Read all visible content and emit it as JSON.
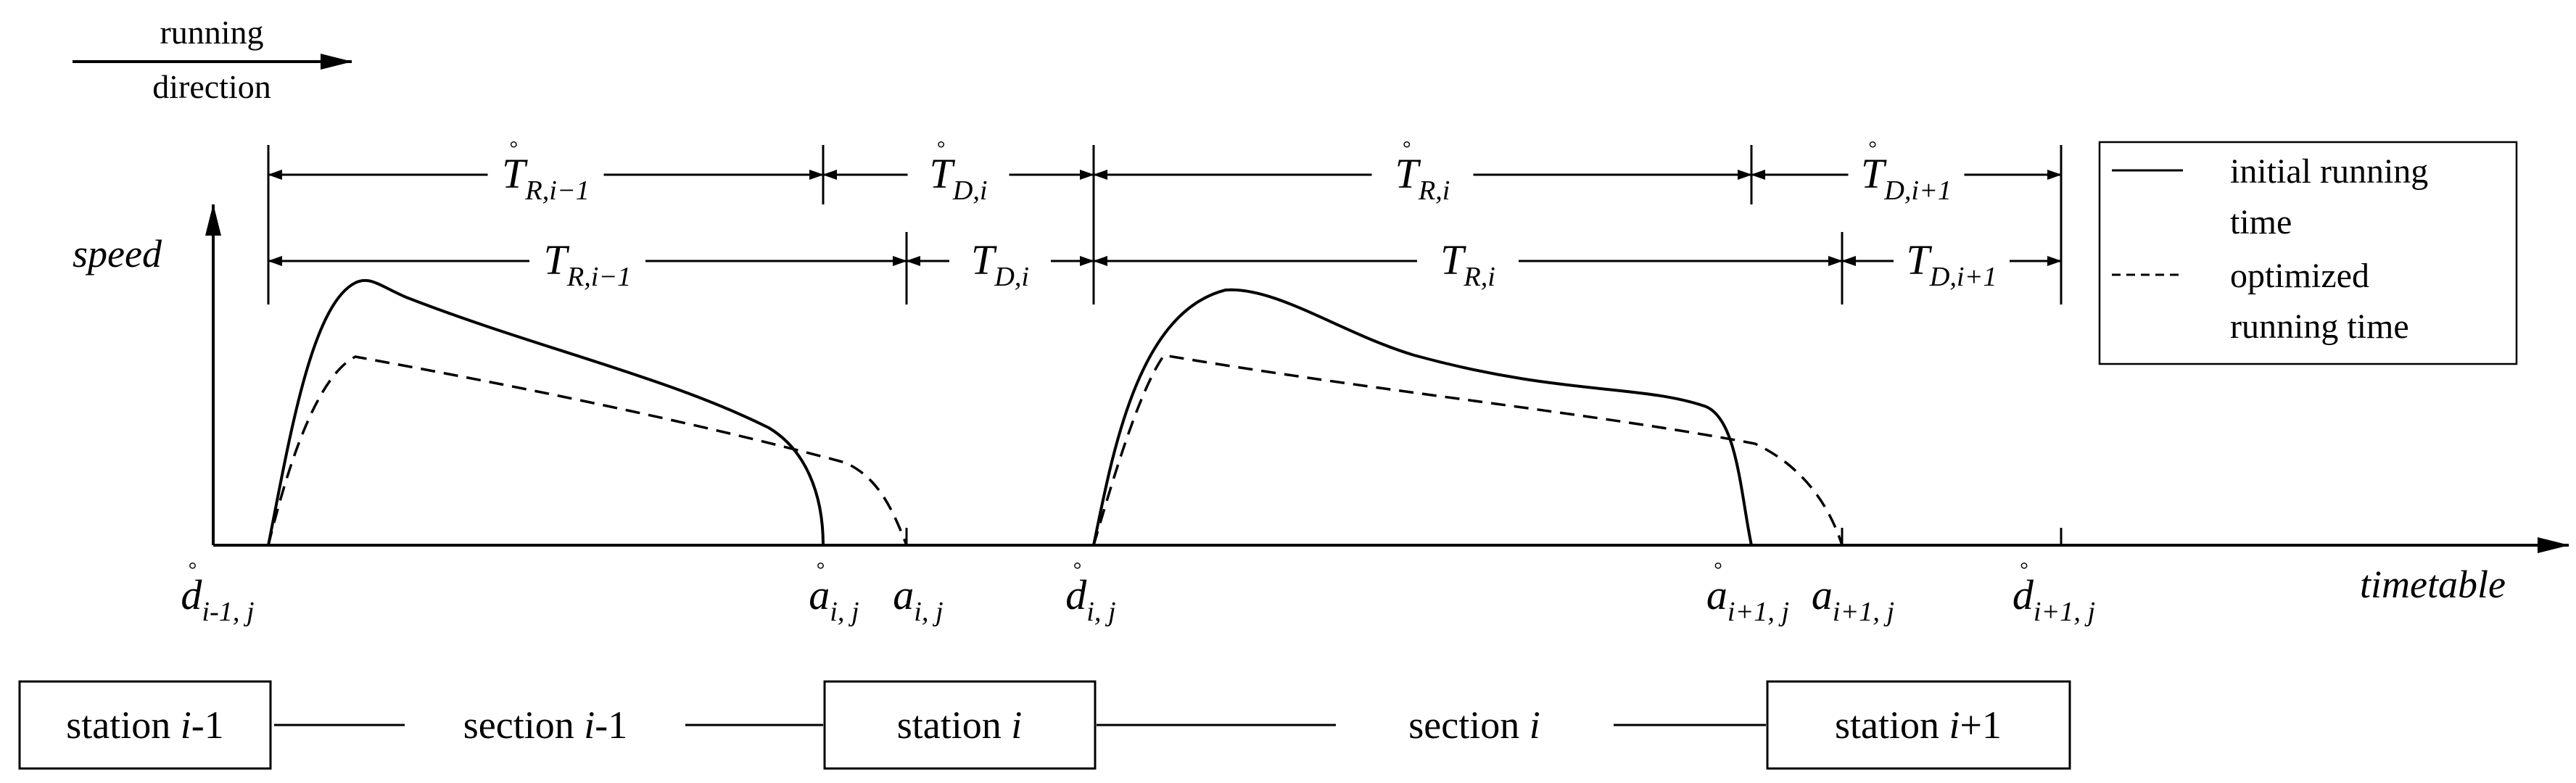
{
  "direction": {
    "line1": "running",
    "line2": "direction"
  },
  "axes": {
    "y_label": "speed",
    "x_label": "timetable"
  },
  "dims": {
    "top": [
      {
        "sym": "T",
        "sub": "R,i−1",
        "mark": "°"
      },
      {
        "sym": "T",
        "sub": "D,i",
        "mark": "°"
      },
      {
        "sym": "T",
        "sub": "R,i",
        "mark": "°"
      },
      {
        "sym": "T",
        "sub": "D,i+1",
        "mark": "°"
      }
    ],
    "bottom": [
      {
        "sym": "T",
        "sub": "R,i−1"
      },
      {
        "sym": "T",
        "sub": "D,i"
      },
      {
        "sym": "T",
        "sub": "R,i"
      },
      {
        "sym": "T",
        "sub": "D,i+1"
      }
    ]
  },
  "ticks": [
    {
      "sym": "d",
      "sub": "i-1, j",
      "mark": "°"
    },
    {
      "sym": "a",
      "sub": "i, j",
      "mark": "°"
    },
    {
      "sym": "a",
      "sub": "i, j"
    },
    {
      "sym": "d",
      "sub": "i, j",
      "mark": "°"
    },
    {
      "sym": "a",
      "sub": "i+1, j",
      "mark": "°"
    },
    {
      "sym": "a",
      "sub": "i+1, j"
    },
    {
      "sym": "d",
      "sub": "i+1, j",
      "mark": "°"
    }
  ],
  "legend": {
    "solid": [
      "initial running",
      "time"
    ],
    "dashed": [
      "optimized",
      "running time"
    ]
  },
  "stations": [
    {
      "pre": "station ",
      "var": "i",
      "post": "-1"
    },
    {
      "pre": "station ",
      "var": "i",
      "post": ""
    },
    {
      "pre": "station ",
      "var": "i",
      "post": "+1"
    }
  ],
  "sections": [
    {
      "pre": "section ",
      "var": "i",
      "post": "-1"
    },
    {
      "pre": "section ",
      "var": "i",
      "post": ""
    }
  ]
}
